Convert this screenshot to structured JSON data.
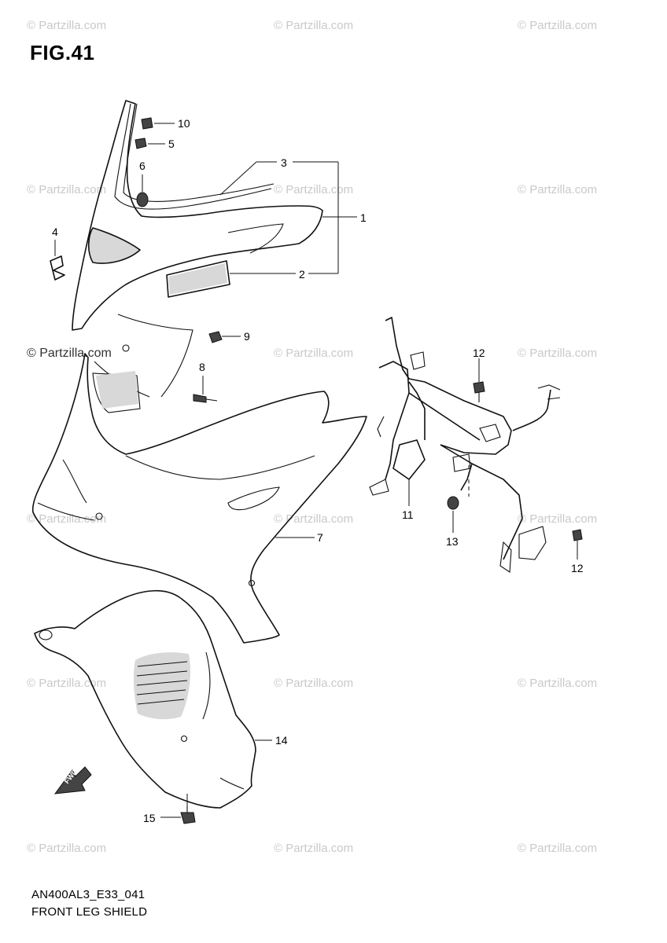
{
  "figure": {
    "title": "FIG.41"
  },
  "watermark": {
    "text": "© Partzilla.com"
  },
  "callouts": {
    "c1": "1",
    "c2": "2",
    "c3": "3",
    "c4": "4",
    "c5": "5",
    "c6": "6",
    "c7": "7",
    "c8": "8",
    "c9": "9",
    "c10": "10",
    "c11": "11",
    "c12a": "12",
    "c12b": "12",
    "c13": "13",
    "c14": "14",
    "c15": "15"
  },
  "fwd_label": "FWD",
  "caption": {
    "code": "AN400AL3_E33_041",
    "name": "FRONT LEG SHIELD"
  }
}
